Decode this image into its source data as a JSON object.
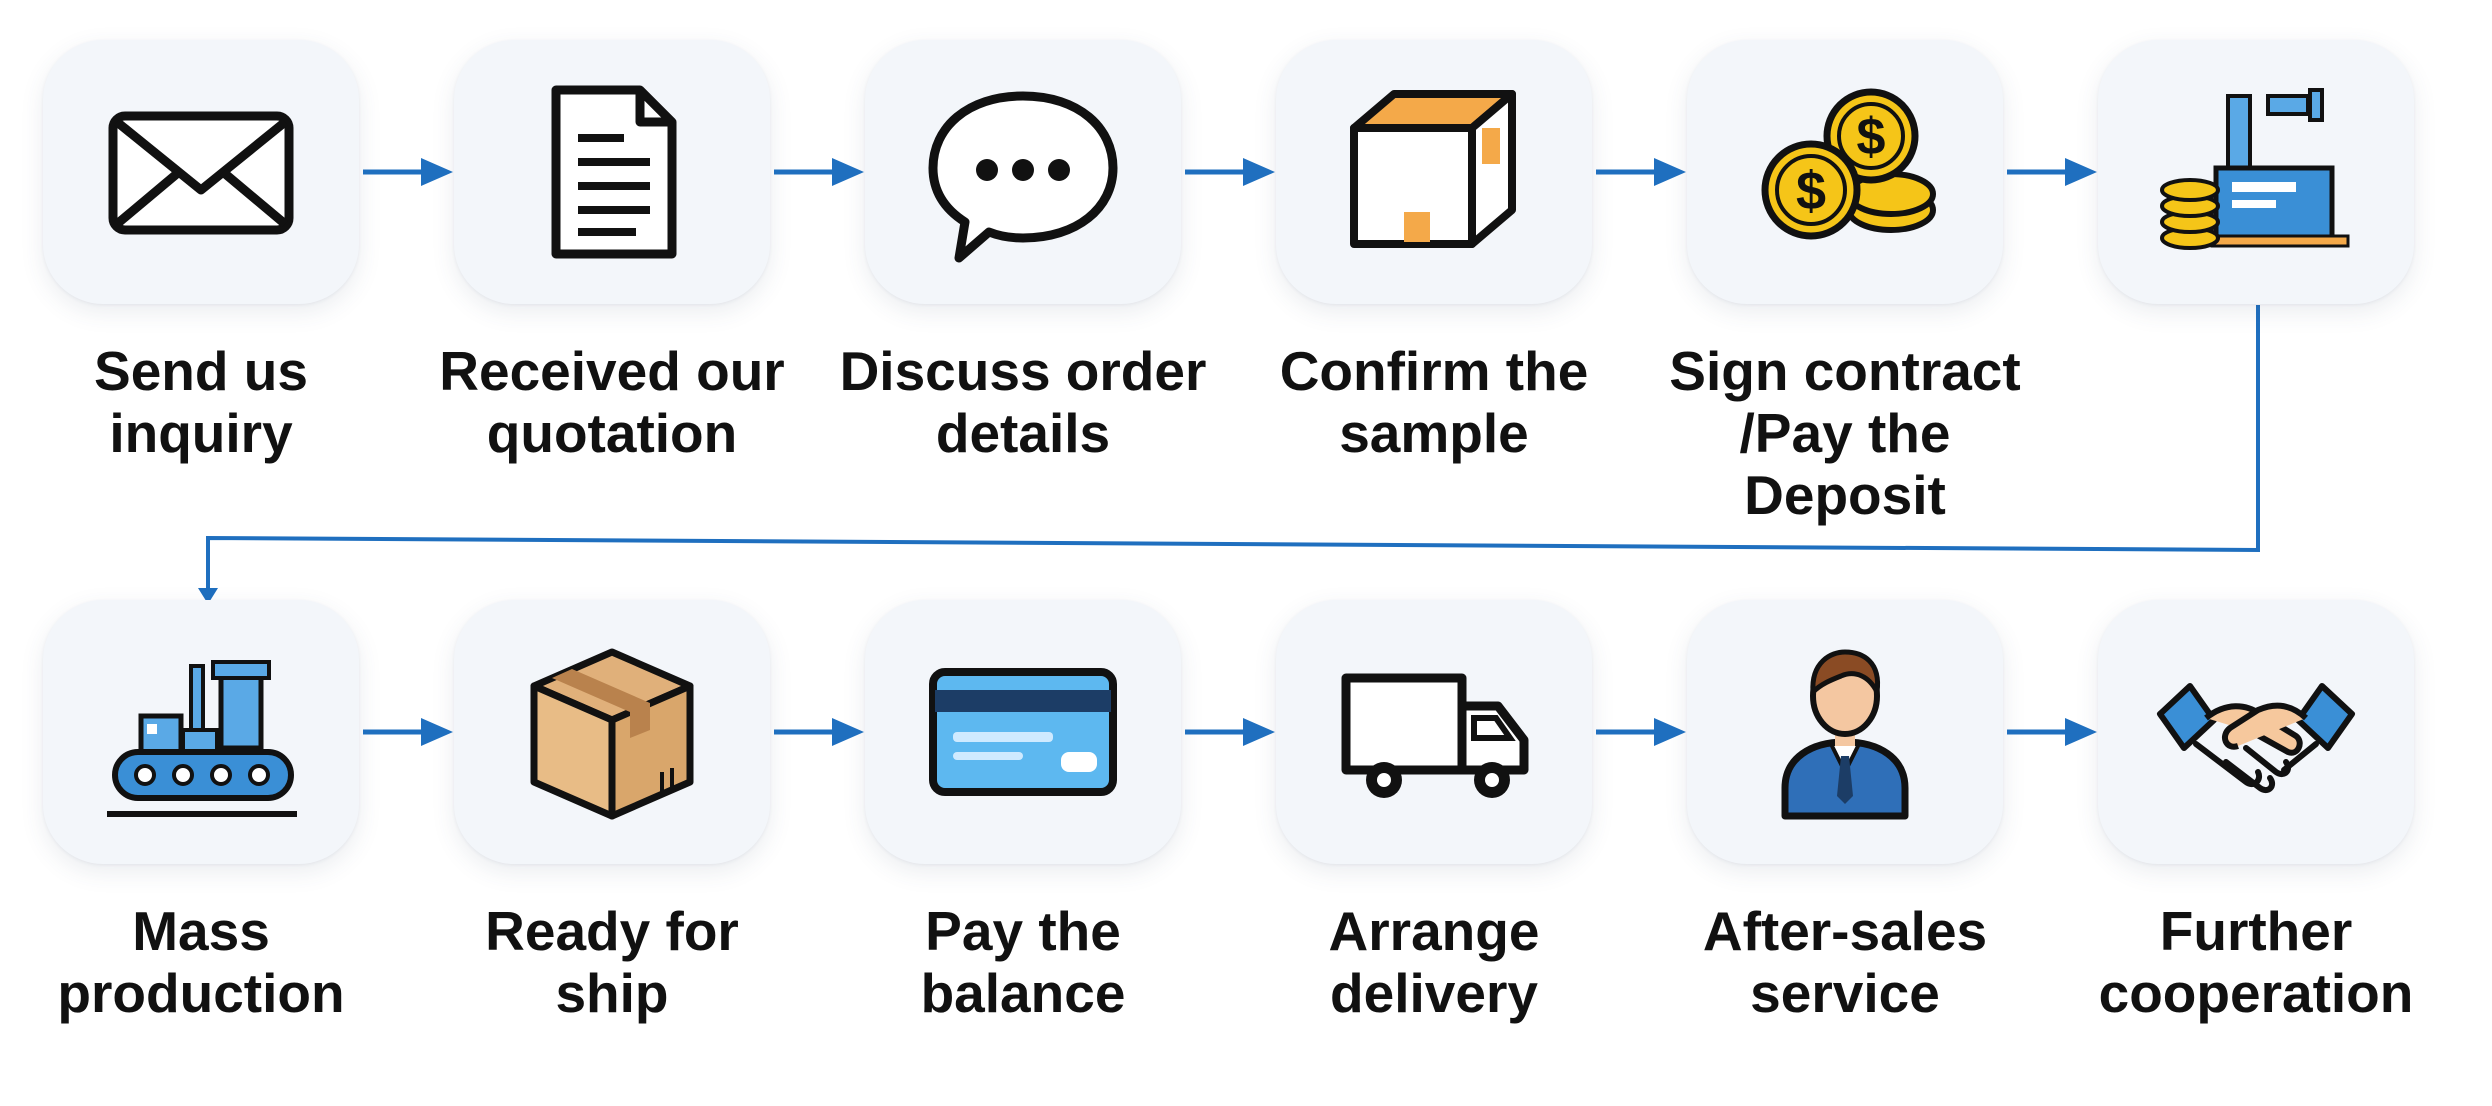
{
  "steps": [
    {
      "id": "send-inquiry",
      "lines": [
        "Send us",
        "inquiry"
      ],
      "icon": "envelope-icon"
    },
    {
      "id": "received-quotation",
      "lines": [
        "Received our",
        "quotation"
      ],
      "icon": "document-icon"
    },
    {
      "id": "discuss-order-details",
      "lines": [
        "Discuss order",
        "details"
      ],
      "icon": "chat-bubble-icon"
    },
    {
      "id": "confirm-sample",
      "lines": [
        "Confirm the",
        "sample"
      ],
      "icon": "box-icon"
    },
    {
      "id": "sign-contract",
      "lines": [
        "Sign contract",
        "/Pay the",
        "Deposit"
      ],
      "icon": "coins-icon"
    },
    {
      "id": "production-setup",
      "lines": [],
      "icon": "machine-coins-icon"
    },
    {
      "id": "mass-production",
      "lines": [
        "Mass",
        "production"
      ],
      "icon": "factory-conveyor-icon"
    },
    {
      "id": "ready-for-ship",
      "lines": [
        "Ready for",
        "ship"
      ],
      "icon": "package-icon"
    },
    {
      "id": "pay-balance",
      "lines": [
        "Pay the",
        "balance"
      ],
      "icon": "credit-card-icon"
    },
    {
      "id": "arrange-delivery",
      "lines": [
        "Arrange",
        "delivery"
      ],
      "icon": "truck-icon"
    },
    {
      "id": "after-sales-service",
      "lines": [
        "After-sales",
        "service"
      ],
      "icon": "service-person-icon"
    },
    {
      "id": "further-cooperation",
      "lines": [
        "Further",
        "cooperation"
      ],
      "icon": "handshake-icon"
    }
  ],
  "colors": {
    "arrow": "#1f6fbf",
    "tile": "#f3f6fa",
    "text": "#111111",
    "accent_blue": "#3a8fd6",
    "accent_gold": "#f5c518",
    "accent_orange": "#f4a949"
  }
}
